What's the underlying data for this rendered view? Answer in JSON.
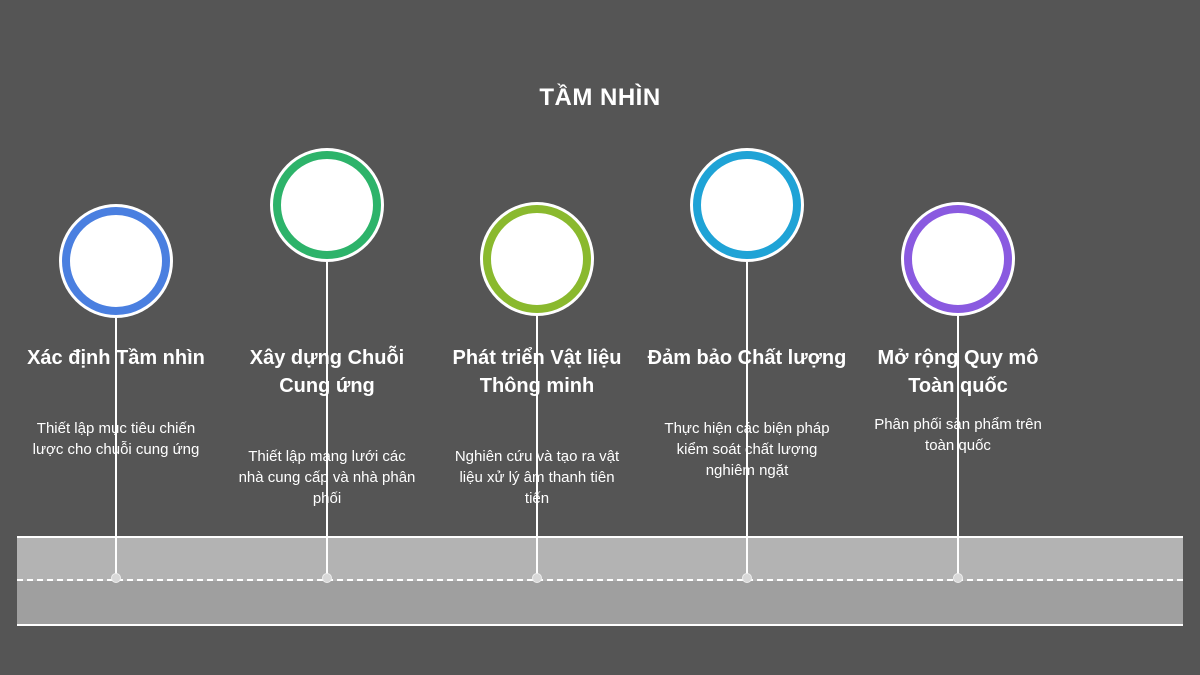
{
  "title": "TẦM NHÌN",
  "steps": [
    {
      "title": "Xác định Tầm nhìn",
      "description": "Thiết lập mục tiêu chiến lược cho chuỗi cung ứng",
      "icon": "person-target-icon",
      "color": "#4a7fe0"
    },
    {
      "title": "Xây dựng Chuỗi Cung ứng",
      "description": "Thiết lập mạng lưới các nhà cung cấp và nhà phân phối",
      "icon": "database-network-icon",
      "color": "#2db36a"
    },
    {
      "title": "Phát triển Vật liệu Thông minh",
      "description": "Nghiên cứu và tạo ra vật liệu xử lý âm thanh tiên tiến",
      "icon": "atom-hand-icon",
      "color": "#8ab92e"
    },
    {
      "title": "Đảm bảo Chất lượng",
      "description": "Thực hiện các biện pháp kiểm soát chất lượng nghiêm ngặt",
      "icon": "gear-check-icon",
      "color": "#1fa3d6"
    },
    {
      "title": "Mở rộng Quy mô Toàn quốc",
      "description": "Phân phối sản phẩm trên toàn quốc",
      "icon": "globe-plus-icon",
      "color": "#8a5ae0"
    }
  ]
}
